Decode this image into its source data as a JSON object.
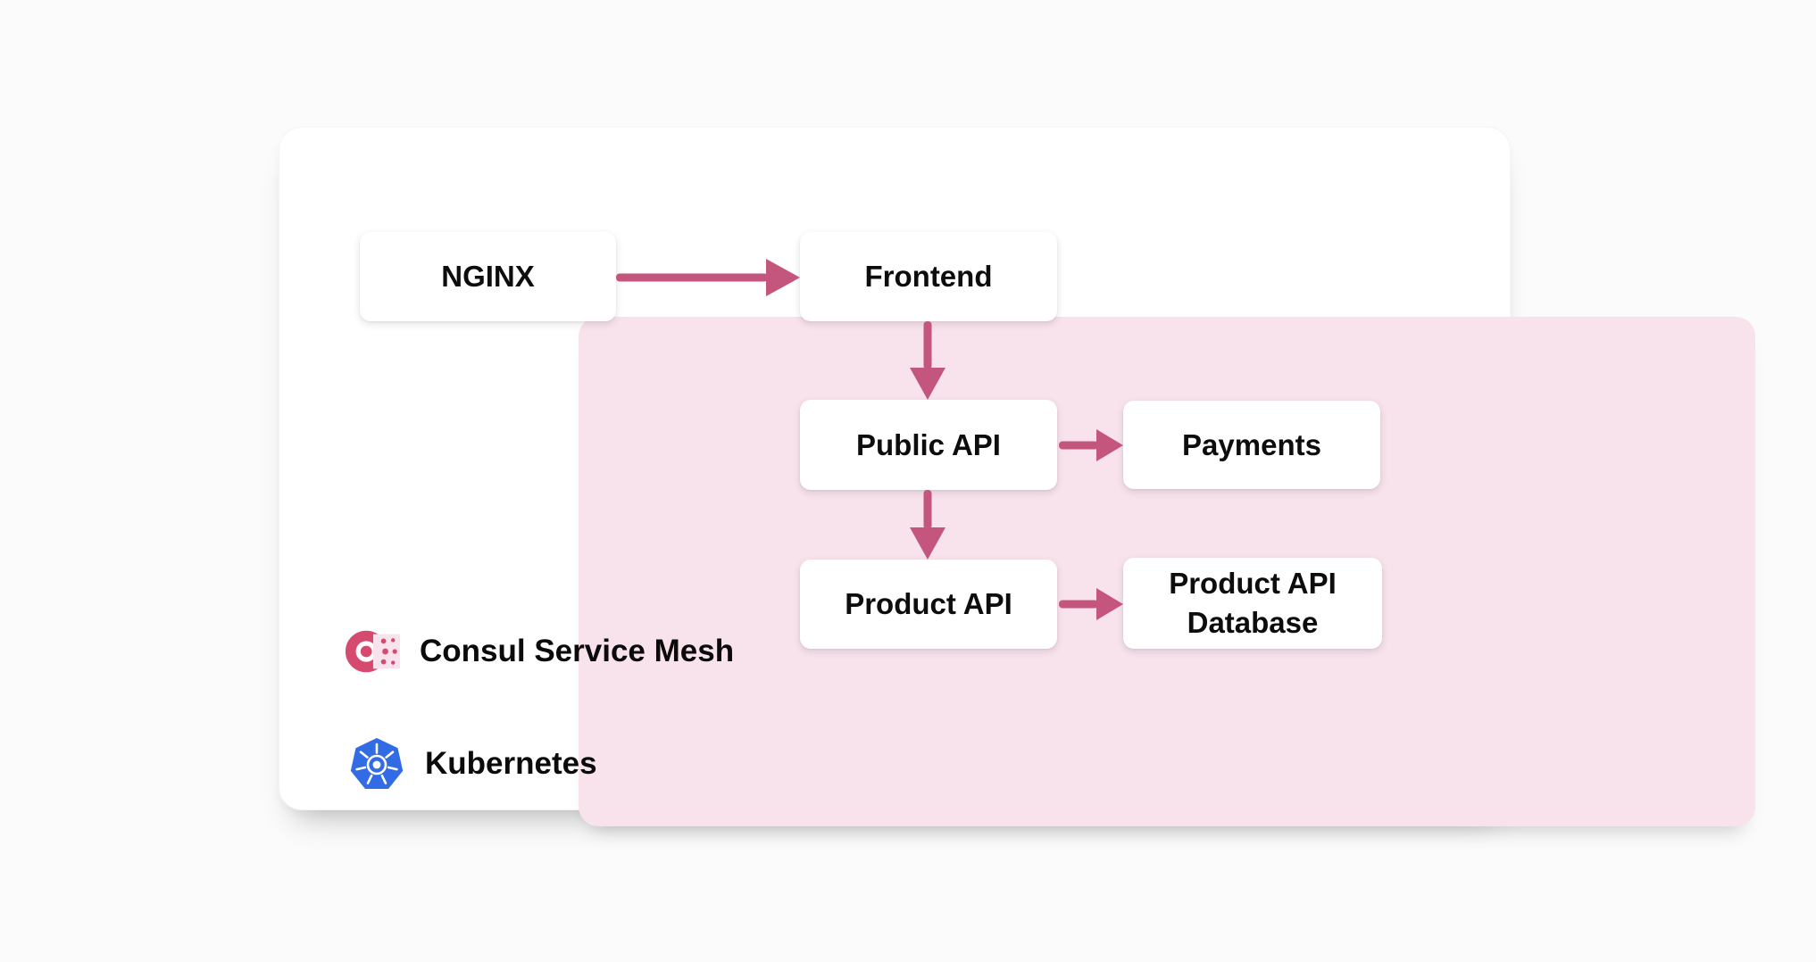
{
  "diagram": {
    "outer_container": {
      "label": "Kubernetes",
      "icon": "kubernetes-icon"
    },
    "mesh_container": {
      "label": "Consul Service Mesh",
      "icon": "consul-icon"
    },
    "nodes": [
      {
        "id": "nginx",
        "label": "NGINX"
      },
      {
        "id": "frontend",
        "label": "Frontend"
      },
      {
        "id": "public-api",
        "label": "Public API"
      },
      {
        "id": "payments",
        "label": "Payments"
      },
      {
        "id": "product-api",
        "label": "Product API"
      },
      {
        "id": "product-api-database",
        "label": "Product API Database"
      }
    ],
    "edges": [
      {
        "from": "nginx",
        "to": "frontend"
      },
      {
        "from": "frontend",
        "to": "public-api"
      },
      {
        "from": "public-api",
        "to": "payments"
      },
      {
        "from": "public-api",
        "to": "product-api"
      },
      {
        "from": "product-api",
        "to": "product-api-database"
      }
    ],
    "colors": {
      "arrow": "#c4567d",
      "mesh_panel_background": "#f8e2ec",
      "consul_brand_pink": "#d64a70",
      "kubernetes_brand_blue": "#326ce5",
      "node_background": "#ffffff",
      "node_text": "#0d0d0d",
      "page_background": "#fbfbfb"
    }
  }
}
